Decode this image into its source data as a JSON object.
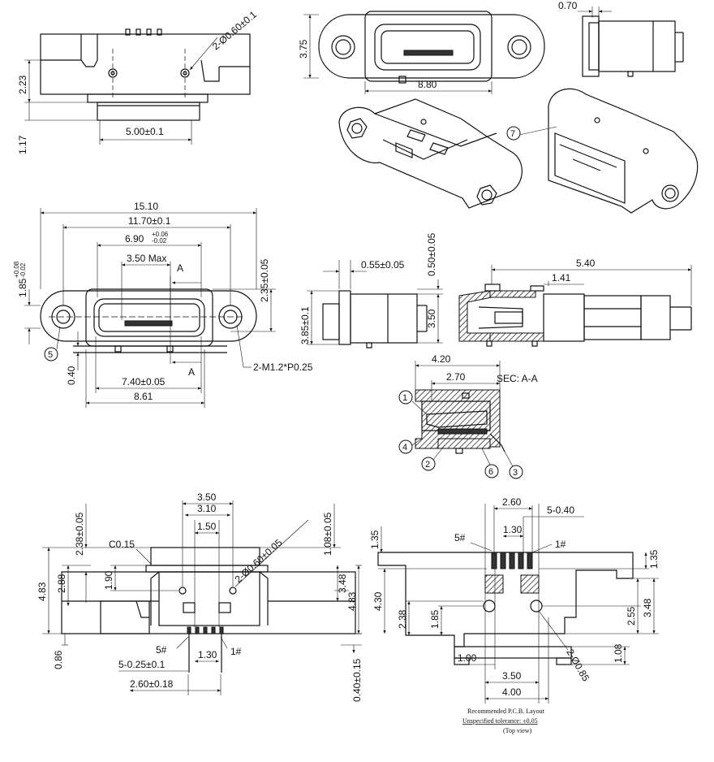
{
  "labels": {
    "tl_pin_hole": "2-Ø0.60±0.1",
    "tl_h": "2.23",
    "tl_b": "1.17",
    "tl_w": "5.00±0.1",
    "tc_h": "3.75",
    "tc_w": "8.80",
    "tr_t": "0.70",
    "balloon_7": "7",
    "mid_total": "15.10",
    "mid_w2": "11.70±0.1",
    "mid_w3_main": "6.90",
    "mid_w3_tol_up": "+0.06",
    "mid_w3_tol_dn": "-0.02",
    "mid_w4": "3.50 Max",
    "mid_h_main": "1.85",
    "mid_h_tol_up": "+0.08",
    "mid_h_tol_dn": "-0.02",
    "mid_h2": "2.35±0.05",
    "sec_a_top": "A",
    "sec_a_bot": "A",
    "balloon_5": "5",
    "mid_screw": "2-M1.2*P0.25",
    "mid_040": "0.40",
    "mid_740": "7.40±0.05",
    "mid_861": "8.61",
    "side_050": "0.50±0.05",
    "side_055": "0.55±0.05",
    "side_385": "3.85±0.1",
    "side_350": "3.50",
    "cut_540": "5.40",
    "cut_141": "1.41",
    "sec_420": "4.20",
    "sec_270": "2.70",
    "sec_title": "SEC: A-A",
    "sec_b1": "1",
    "sec_b2": "2",
    "sec_b3": "3",
    "sec_b4": "4",
    "sec_b6": "6",
    "bl_350": "3.50",
    "bl_310": "3.10",
    "bl_150": "1.50",
    "bl_238": "2.38±0.05",
    "bl_c015": "C0.15",
    "bl_holes": "2-Ø0.60±0.05",
    "bl_108": "1.08±0.05",
    "bl_190": "1.90",
    "bl_288": "2.88",
    "bl_483l": "4.83",
    "bl_348": "3.48",
    "bl_483r": "4.83",
    "bl_086": "0.86",
    "bl_5p": "5#",
    "bl_1p": "1#",
    "bl_130": "1.30",
    "bl_pitch": "5-0.25±0.1",
    "bl_260": "2.60±0.18",
    "bl_040": "0.40±0.15",
    "pcb_260": "2.60",
    "pcb_540": "5-0.40",
    "pcb_135l": "1.35",
    "pcb_5p": "5#",
    "pcb_130": "1.30",
    "pcb_1p": "1#",
    "pcb_135r": "1.35",
    "pcb_430": "4.30",
    "pcb_238": "2.38",
    "pcb_185": "1.85",
    "pcb_255": "2.55",
    "pcb_348": "3.48",
    "pcb_108": "1.08",
    "pcb_100": "1.00",
    "pcb_holes": "2-Ø0.85",
    "pcb_350": "3.50",
    "pcb_400": "4.00",
    "note_1": "Recommended P.C.B. Layout",
    "note_2": "Unspecified tolerance: ±0.05",
    "note_3": "(Top view)"
  }
}
